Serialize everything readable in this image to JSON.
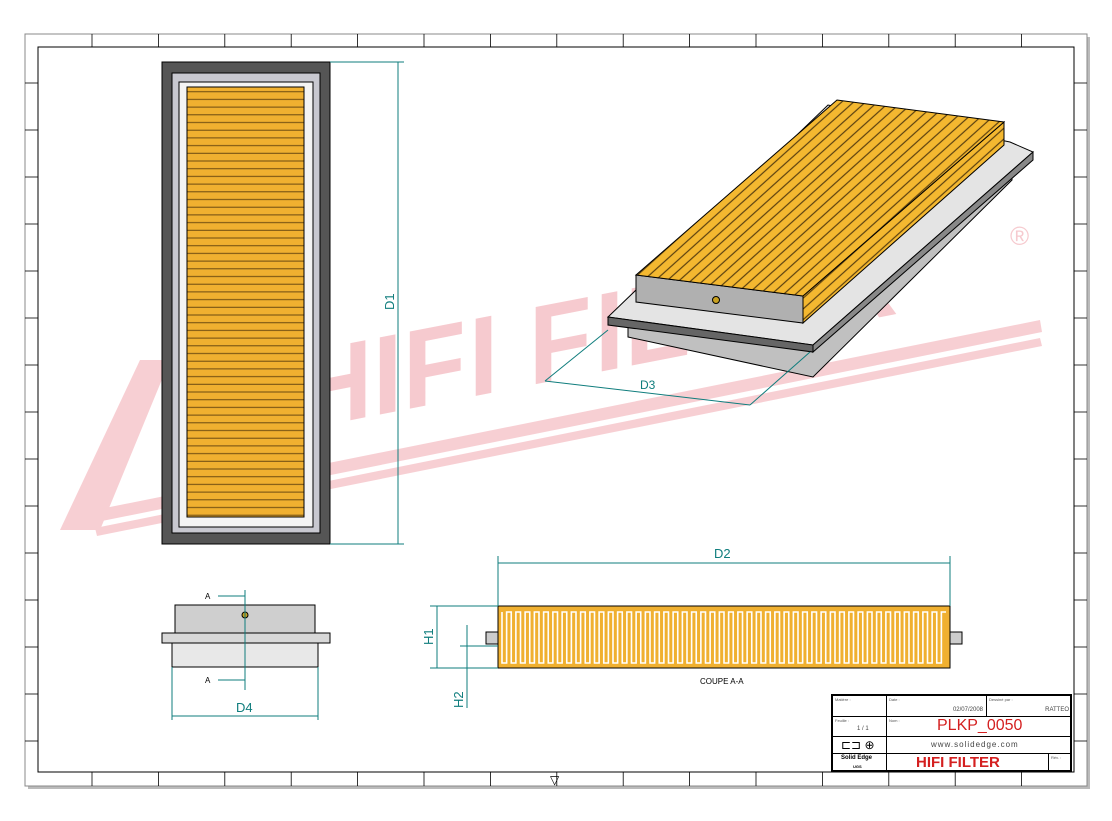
{
  "drawing": {
    "dimensions": {
      "d1": "D1",
      "d2": "D2",
      "d3": "D3",
      "d4": "D4",
      "h1": "H1",
      "h2": "H2"
    },
    "section_marker": "A",
    "section_label": "COUPE A-A",
    "watermark": "HIFI FILTER",
    "watermark_mark": "®"
  },
  "title_block": {
    "material_label": "Matière :",
    "date_label": "Date :",
    "date": "02/07/2008",
    "drawn_by_label": "Dessiné par :",
    "drawn_by": "RATTEO",
    "sheet_label": "Feuille :",
    "sheet": "1 / 1",
    "name_label": "Nom :",
    "part_number": "PLKP_0050",
    "website": "www.solidedge.com",
    "software": "Solid Edge",
    "software_sub": "UGS",
    "company": "HIFI FILTER",
    "rev_label": "Rév. :"
  },
  "colors": {
    "dimension": "#0f7d7d",
    "pleat": "#f0b030",
    "brand_red": "#d42020",
    "watermark": "#f4c8cc"
  }
}
